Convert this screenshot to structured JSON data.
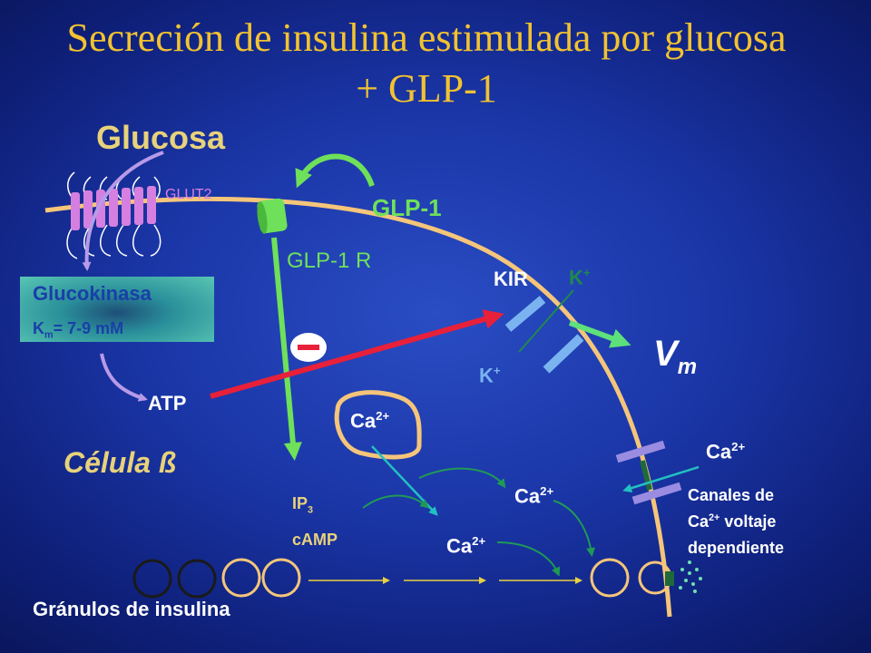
{
  "title": {
    "line1": "Secreción de insulina estimulada por glucosa",
    "line2": "+ GLP-1"
  },
  "labels": {
    "glucosa": "Glucosa",
    "glut2": "GLUT2",
    "glp1": "GLP-1",
    "glp1r": "GLP-1 R",
    "glucokinasa": "Glucokinasa",
    "km_symbol": "K",
    "km_sub": "m",
    "km_value": "= 7-9 mM",
    "atp": "ATP",
    "kir": "KIR",
    "k_ion": "K",
    "k_charge": "+",
    "vm_v": "V",
    "vm_m": "m",
    "minus": "−",
    "ca_ion": "Ca",
    "ca_charge": "2+",
    "celula": "Célula ß",
    "ip3_base": "IP",
    "ip3_sub": "3",
    "camp": "cAMP",
    "canales_line1": "Canales de",
    "canales_line2_ca": "Ca",
    "canales_line2_charge": "2+",
    "canales_line2_rest": " voltaje",
    "canales_line3": "dependiente",
    "granulos": "Gránulos de insulina"
  },
  "colors": {
    "title": "#f2c230",
    "membrane": "#f5c57a",
    "glucosa": "#e8d27a",
    "glut2": "#d57fe0",
    "glp1": "#6fe05a",
    "glucokinase_text": "#1a3fa8",
    "atp_arrow": "#e8203a",
    "kir_channel": "#7ab3f0",
    "k_arrow": "#1f8a4c",
    "ca_channel": "#9a8ce0",
    "ca_arrow": "#22c0c0",
    "white": "#ffffff"
  }
}
